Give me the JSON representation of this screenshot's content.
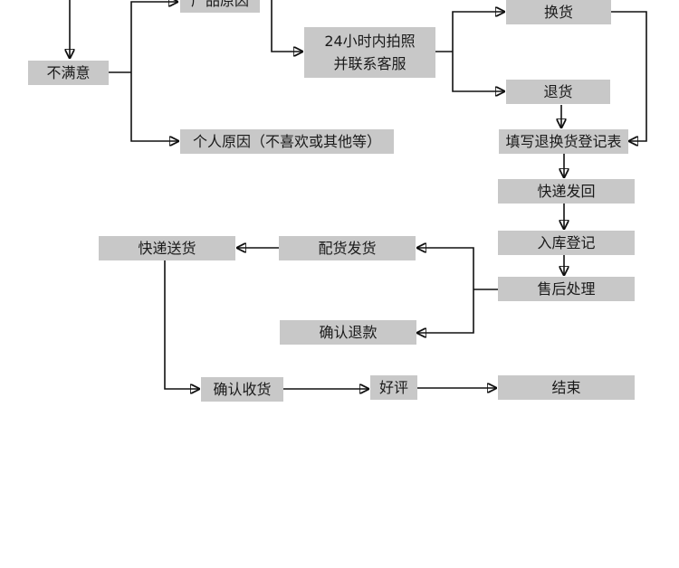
{
  "nodes": {
    "unsatisfied": "不满意",
    "product_reason": "产品原因",
    "photo_contact_line1": "24小时内拍照",
    "photo_contact_line2": "并联系客服",
    "exchange": "换货",
    "return": "退货",
    "personal_reason": "个人原因（不喜欢或其他等）",
    "fill_form": "填写退换货登记表",
    "express_back": "快递发回",
    "warehouse_register": "入库登记",
    "after_sales": "售后处理",
    "deliver_goods": "配货发货",
    "confirm_refund": "确认退款",
    "express_delivery": "快递送货",
    "confirm_receipt": "确认收货",
    "good_review": "好评",
    "end": "结束"
  }
}
